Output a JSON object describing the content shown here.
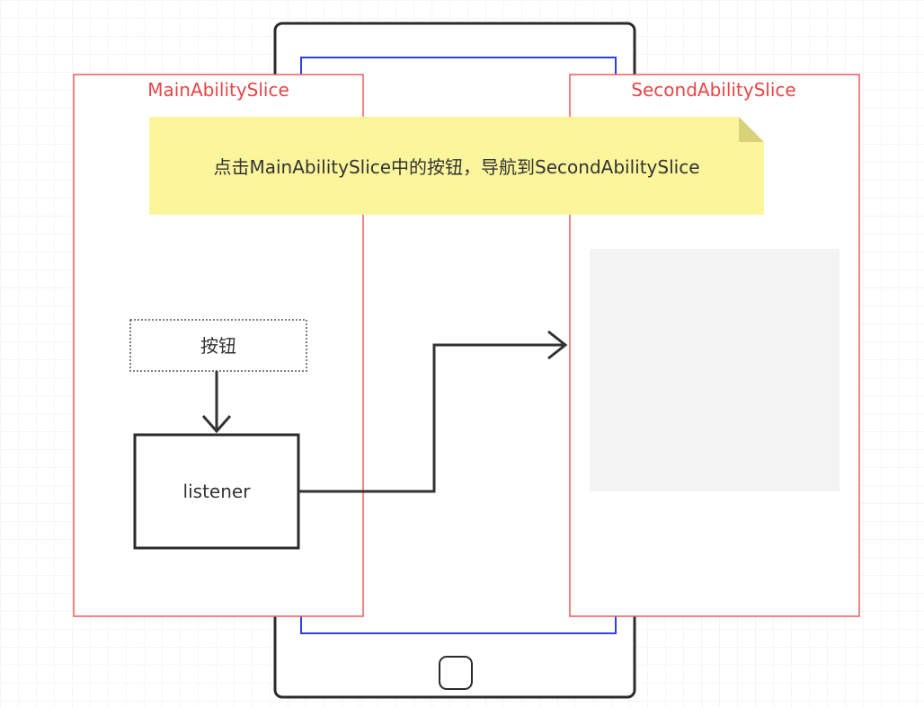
{
  "slices": {
    "main_title": "MainAbilitySlice",
    "second_title": "SecondAbilitySlice"
  },
  "note": {
    "text": "点击MainAbilitySlice中的按钮，导航到SecondAbilitySlice"
  },
  "nodes": {
    "button_label": "按钮",
    "listener_label": "listener"
  },
  "colors": {
    "grid": "#ececec",
    "phone_frame": "#2b2b2b",
    "phone_screen": "#2f3fe0",
    "slice_border": "#f05a5a",
    "slice_title": "#e64545",
    "note_fill": "#fbf59c",
    "note_fold": "#d8d27a",
    "content_block": "#f3f3f3",
    "arrow": "#333333"
  }
}
